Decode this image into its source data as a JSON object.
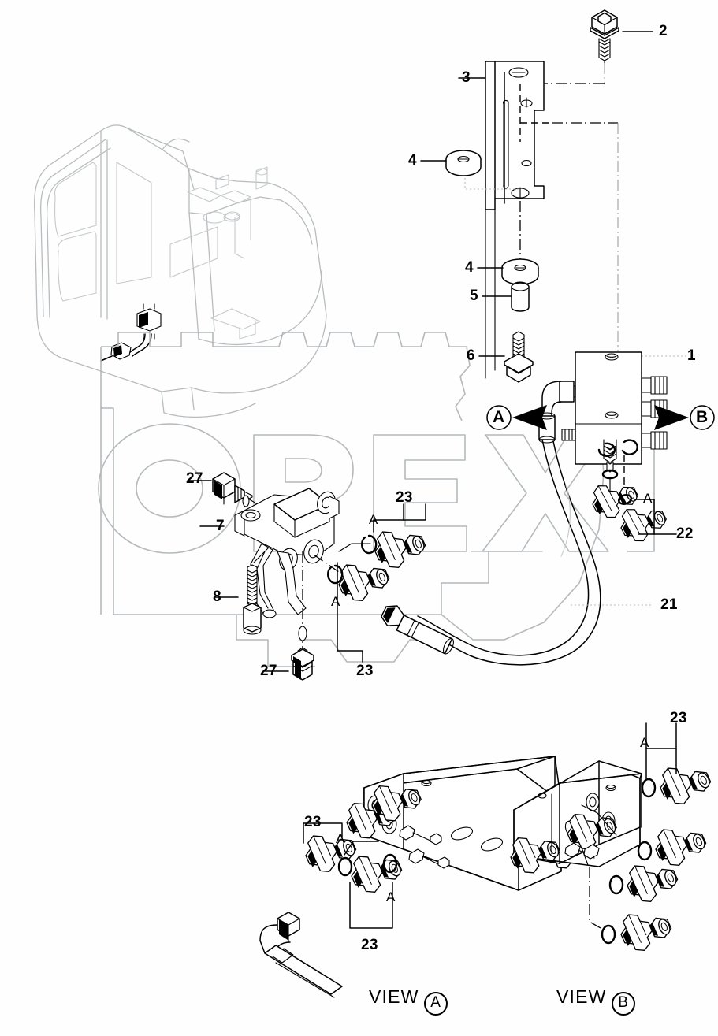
{
  "document": {
    "type": "exploded-parts-diagram",
    "subject": "Excavator hydraulic valve / hose assembly",
    "watermark": "OPEX",
    "background_color": "#fdfefd",
    "line_color": "#000000",
    "ghost_line_color": "#b9bcbe"
  },
  "callouts": {
    "item_1": "1",
    "item_2": "2",
    "item_3": "3",
    "item_4a": "4",
    "item_4b": "4",
    "item_5": "5",
    "item_6": "6",
    "item_7": "7",
    "item_8": "8",
    "item_21": "21",
    "item_22": "22",
    "item_23_main_upper": "23",
    "item_23_main_lower": "23",
    "item_23_viewa_upper": "23",
    "item_23_viewa_lower": "23",
    "item_23_viewb": "23",
    "item_27_upper": "27",
    "item_27_lower": "27",
    "oring_a_main_1": "A",
    "oring_a_main_2": "A",
    "oring_a_main_3": "A",
    "oring_a_22": "A",
    "oring_a_viewa_1": "A",
    "oring_a_viewa_2": "A",
    "oring_a_viewb": "A"
  },
  "section_markers": {
    "arrow_a": "A",
    "arrow_b": "B"
  },
  "views": {
    "view_a_prefix": "VIEW",
    "view_a_letter": "A",
    "view_b_prefix": "VIEW",
    "view_b_letter": "B"
  }
}
